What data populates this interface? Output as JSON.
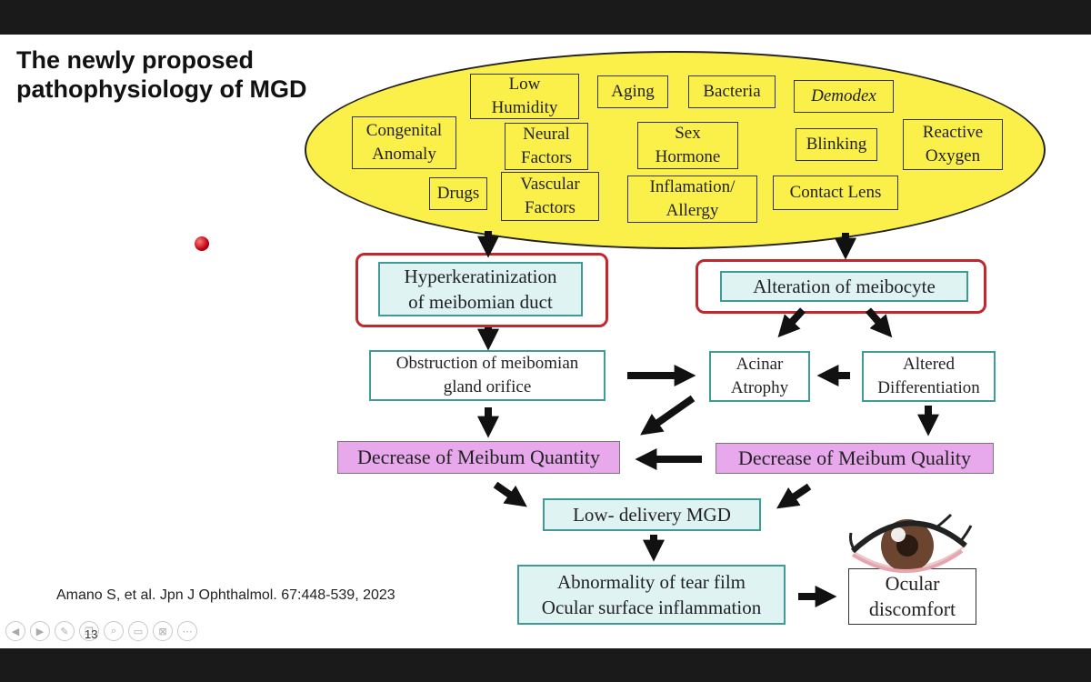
{
  "title": "The newly proposed\npathophysiology of MGD",
  "factors": {
    "low_humidity": "Low\nHumidity",
    "aging": "Aging",
    "bacteria": "Bacteria",
    "demodex": "Demodex",
    "congenital_anomaly": "Congenital\nAnomaly",
    "neural_factors": "Neural\nFactors",
    "sex_hormone": "Sex\nHormone",
    "blinking": "Blinking",
    "reactive_oxygen": "Reactive\nOxygen",
    "drugs": "Drugs",
    "vascular_factors": "Vascular\nFactors",
    "inflammation_allergy": "Inflamation/\nAllergy",
    "contact_lens": "Contact Lens"
  },
  "flow": {
    "hyperkeratinization": "Hyperkeratinization\nof meibomian duct",
    "alteration": "Alteration of  meibocyte",
    "obstruction": "Obstruction of meibomian\ngland orifice",
    "acinar_atrophy": "Acinar\nAtrophy",
    "altered_differentiation": "Altered\nDifferentiation",
    "decrease_quantity": "Decrease of Meibum Quantity",
    "decrease_quality": "Decrease of Meibum Quality",
    "low_delivery": "Low- delivery MGD",
    "abnormality": "Abnormality of tear film\nOcular surface inflammation",
    "ocular_discomfort": "Ocular\ndiscomfort"
  },
  "citation": "Amano S, et al. Jpn J Ophthalmol. 67:448-539, 2023",
  "slide_number": "13",
  "colors": {
    "ellipse_fill": "#fbf049",
    "highlight_frame": "#c0282d",
    "teal_border": "#3f9b96",
    "teal_fill": "#dff3f3",
    "pink_fill": "#e7a9ec"
  },
  "nav_icons": [
    "prev-icon",
    "play-icon",
    "pen-icon",
    "copy-icon",
    "zoom-icon",
    "subtitles-icon",
    "screen-off-icon",
    "more-icon"
  ]
}
